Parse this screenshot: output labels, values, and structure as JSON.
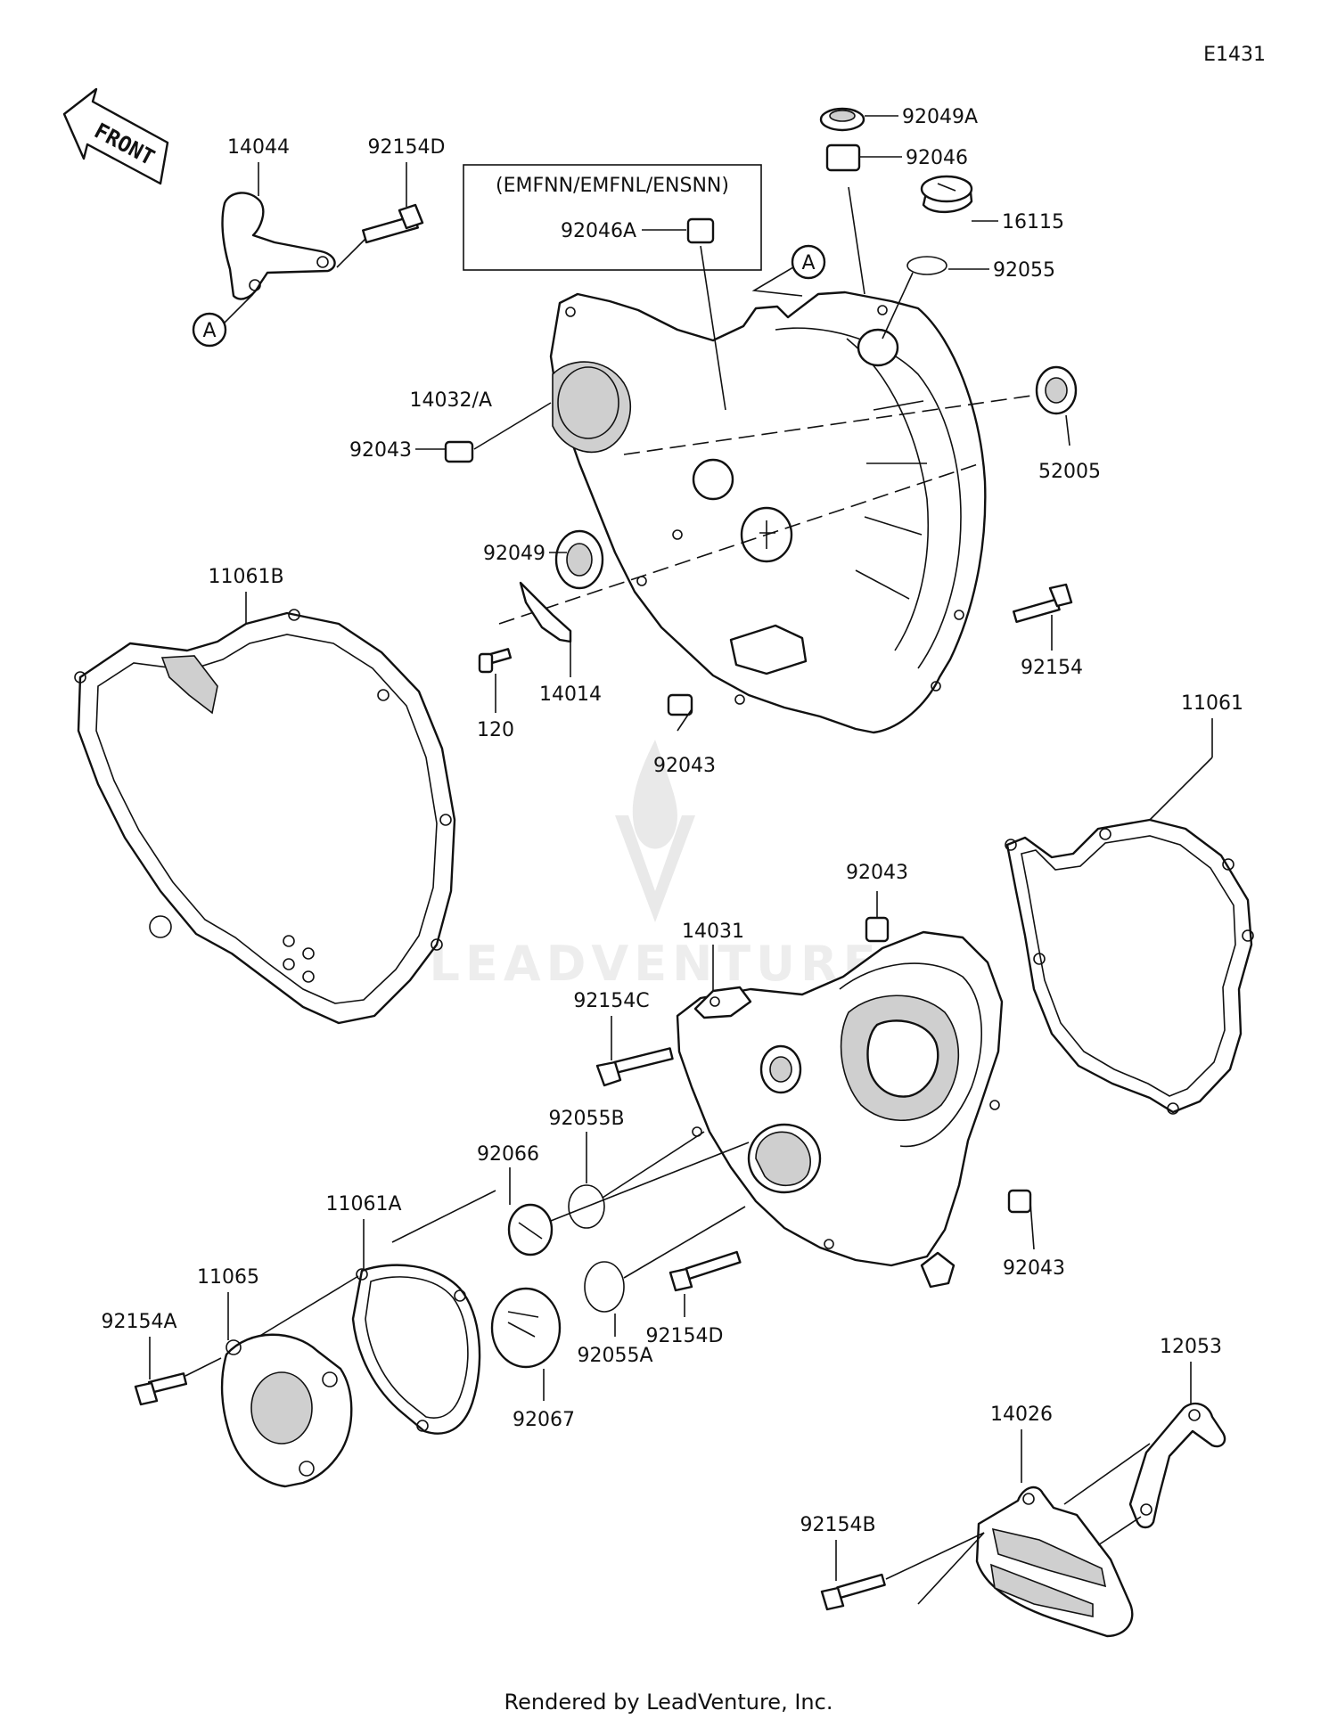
{
  "diagram_code": "E1431",
  "front_arrow_label": "FRONT",
  "variant_box_label": "(EMFNN/EMFNL/ENSNN)",
  "callout_letter": "A",
  "parts": {
    "p14044": "14044",
    "p92154D_top": "92154D",
    "p92049A": "92049A",
    "p92046": "92046",
    "p92046A": "92046A",
    "p16115": "16115",
    "p92055": "92055",
    "p14032A": "14032/A",
    "p92043_a": "92043",
    "p52005": "52005",
    "p92049": "92049",
    "p11061B": "11061B",
    "p14014": "14014",
    "p120": "120",
    "p92154": "92154",
    "p92043_b": "92043",
    "p11061": "11061",
    "p92043_c": "92043",
    "p14031": "14031",
    "p92154C": "92154C",
    "p92055B": "92055B",
    "p92066": "92066",
    "p11061A": "11061A",
    "p11065": "11065",
    "p92154A": "92154A",
    "p92067": "92067",
    "p92055A": "92055A",
    "p92154D_bottom": "92154D",
    "p92043_d": "92043",
    "p12053": "12053",
    "p14026": "14026",
    "p92154B": "92154B"
  },
  "watermark_text": "LEADVENTURE",
  "footer_text": "Rendered by LeadVenture, Inc."
}
